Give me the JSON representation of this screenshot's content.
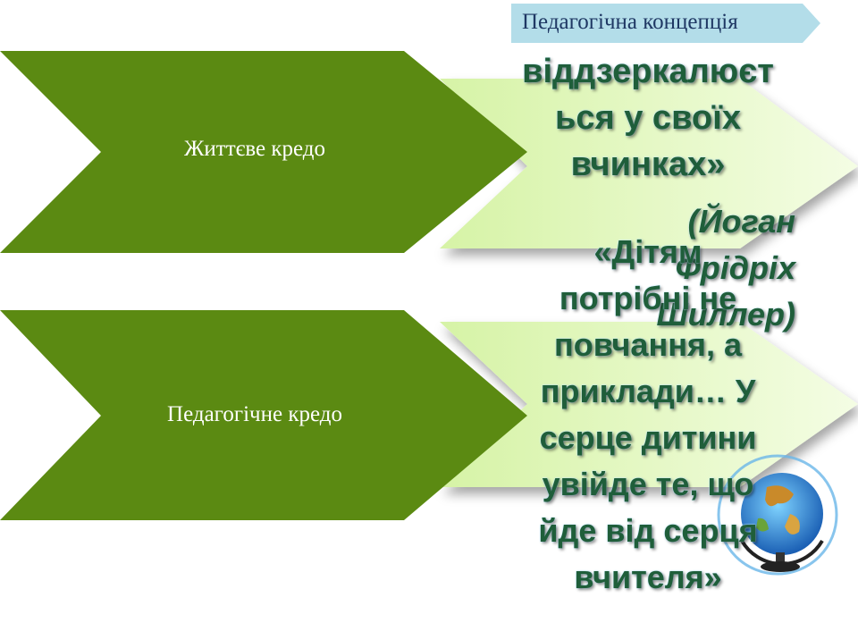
{
  "chevrons": {
    "life": "Життєве кредо",
    "pedagogical": "Педагогічне кредо"
  },
  "tag": "Педагогічна концепція",
  "quotes": {
    "first_lines": [
      "віддзеркалюєт",
      "ься у своїх",
      "вчинках»"
    ],
    "first_author_lines": [
      "(Йоган",
      "Фрідріх",
      "Шиллер)"
    ],
    "second_lines": [
      "«Дітям",
      "потрібні не",
      "повчання, а",
      "приклади… У",
      "серце дитини",
      "увійде те, що",
      "йде від серця",
      "вчителя»"
    ]
  },
  "colors": {
    "dark_green": "#5b8a12",
    "light_green": "#dff7b8",
    "tag_blue": "#b3dde9",
    "text_green": "#1f5e3a"
  },
  "icons": [
    "globe-icon"
  ]
}
